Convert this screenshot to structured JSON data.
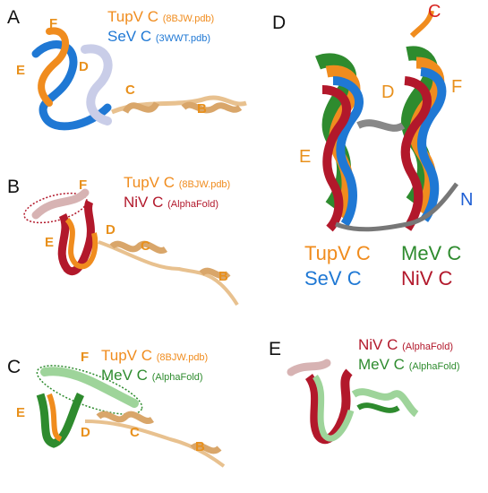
{
  "colors": {
    "tupv": "#f08c1e",
    "sev": "#1f78d4",
    "niv": "#b2182b",
    "mev": "#2e8b2e",
    "tupv_light": "#e8c18f",
    "sev_light": "#c9cde8",
    "mev_light": "#9ed49a",
    "niv_light": "#d7b3b3"
  },
  "panels": {
    "A": {
      "label": "A",
      "legend": [
        {
          "name": "TupV C",
          "source": "(8BJW.pdb)",
          "color": "tupv"
        },
        {
          "name": "SeV C",
          "source": "(3WWT.pdb)",
          "color": "sev"
        }
      ],
      "helices": {
        "F": "F",
        "E": "E",
        "D": "D",
        "C": "C",
        "B": "B"
      }
    },
    "B": {
      "label": "B",
      "legend": [
        {
          "name": "TupV C",
          "source": "(8BJW.pdb)",
          "color": "tupv"
        },
        {
          "name": "NiV C",
          "source": "(AlphaFold)",
          "color": "niv"
        }
      ],
      "helices": {
        "F": "F",
        "E": "E",
        "D": "D",
        "C": "C",
        "B": "B"
      }
    },
    "C": {
      "label": "C",
      "legend": [
        {
          "name": "TupV C",
          "source": "(8BJW.pdb)",
          "color": "tupv"
        },
        {
          "name": "MeV C",
          "source": "(AlphaFold)",
          "color": "mev"
        }
      ],
      "helices": {
        "F": "F",
        "E": "E",
        "D": "D",
        "C": "C",
        "B": "B"
      }
    },
    "D": {
      "label": "D",
      "termini": {
        "c": "C",
        "n": "N"
      },
      "helices": {
        "D": "D",
        "E": "E",
        "F": "F"
      },
      "legend": [
        {
          "name": "TupV C",
          "color": "tupv"
        },
        {
          "name": "MeV C",
          "color": "mev"
        },
        {
          "name": "SeV C",
          "color": "sev"
        },
        {
          "name": "NiV C",
          "color": "niv"
        }
      ]
    },
    "E": {
      "label": "E",
      "legend": [
        {
          "name": "NiV C",
          "source": "(AlphaFold)",
          "color": "niv"
        },
        {
          "name": "MeV C",
          "source": "(AlphaFold)",
          "color": "mev"
        }
      ]
    }
  }
}
